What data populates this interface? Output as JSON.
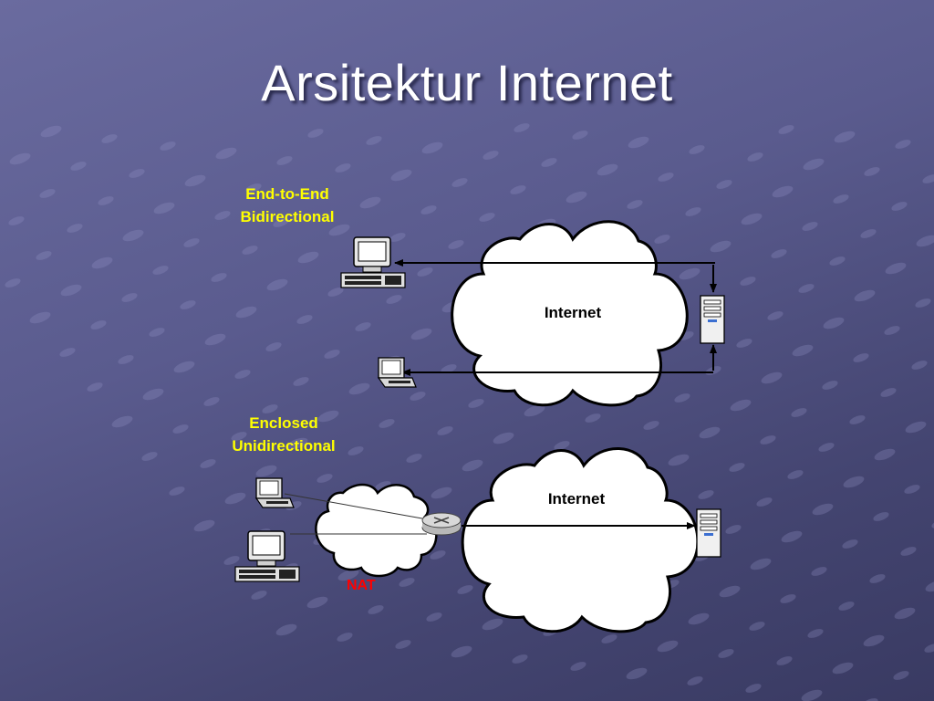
{
  "slide": {
    "title": "Arsitektur Internet"
  },
  "top_diagram": {
    "label_line1": "End-to-End",
    "label_line2": "Bidirectional",
    "cloud_label": "Internet"
  },
  "bottom_diagram": {
    "label_line1": "Enclosed",
    "label_line2": "Unidirectional",
    "cloud_label": "Internet",
    "nat_label": "NAT"
  },
  "colors": {
    "label_yellow": "#ffff00",
    "nat_red": "#ff0000",
    "background": "#5a5b8e"
  },
  "icons": [
    "desktop-computer-icon",
    "laptop-icon",
    "server-tower-icon",
    "router-icon",
    "cloud-icon"
  ]
}
